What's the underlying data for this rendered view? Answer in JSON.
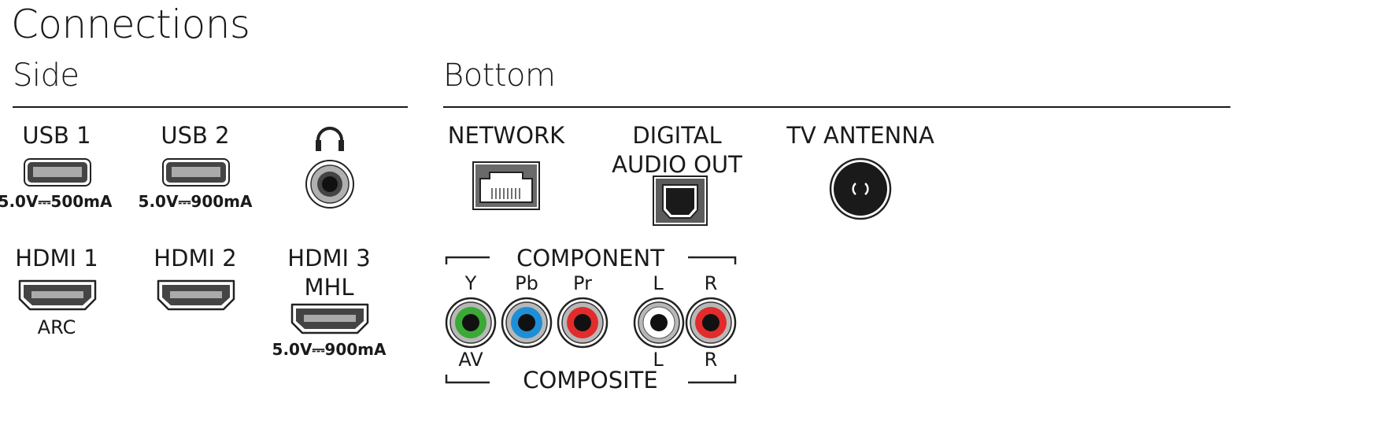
{
  "title": "Connections",
  "side": {
    "heading": "Side",
    "usb1": {
      "label": "USB 1",
      "spec": "5.0V⎓500mA"
    },
    "usb2": {
      "label": "USB 2",
      "spec": "5.0V⎓900mA"
    },
    "headphones": {
      "icon": "headphones-icon"
    },
    "hdmi1": {
      "label": "HDMI 1",
      "sub": "ARC"
    },
    "hdmi2": {
      "label": "HDMI 2"
    },
    "hdmi3": {
      "label": "HDMI 3",
      "label2": "MHL",
      "spec": "5.0V⎓900mA"
    }
  },
  "bottom": {
    "heading": "Bottom",
    "network": {
      "label": "NETWORK"
    },
    "digital": {
      "label": "DIGITAL",
      "label2": "AUDIO OUT"
    },
    "antenna": {
      "label": "TV ANTENNA"
    },
    "component": {
      "label": "COMPONENT",
      "y": "Y",
      "pb": "Pb",
      "pr": "Pr",
      "l": "L",
      "r": "R"
    },
    "composite": {
      "label": "COMPOSITE",
      "av": "AV",
      "l": "L",
      "r": "R"
    }
  },
  "colors": {
    "green": "#3aa935",
    "blue": "#1e8fd6",
    "red": "#e22b2b",
    "white": "#ffffff"
  }
}
